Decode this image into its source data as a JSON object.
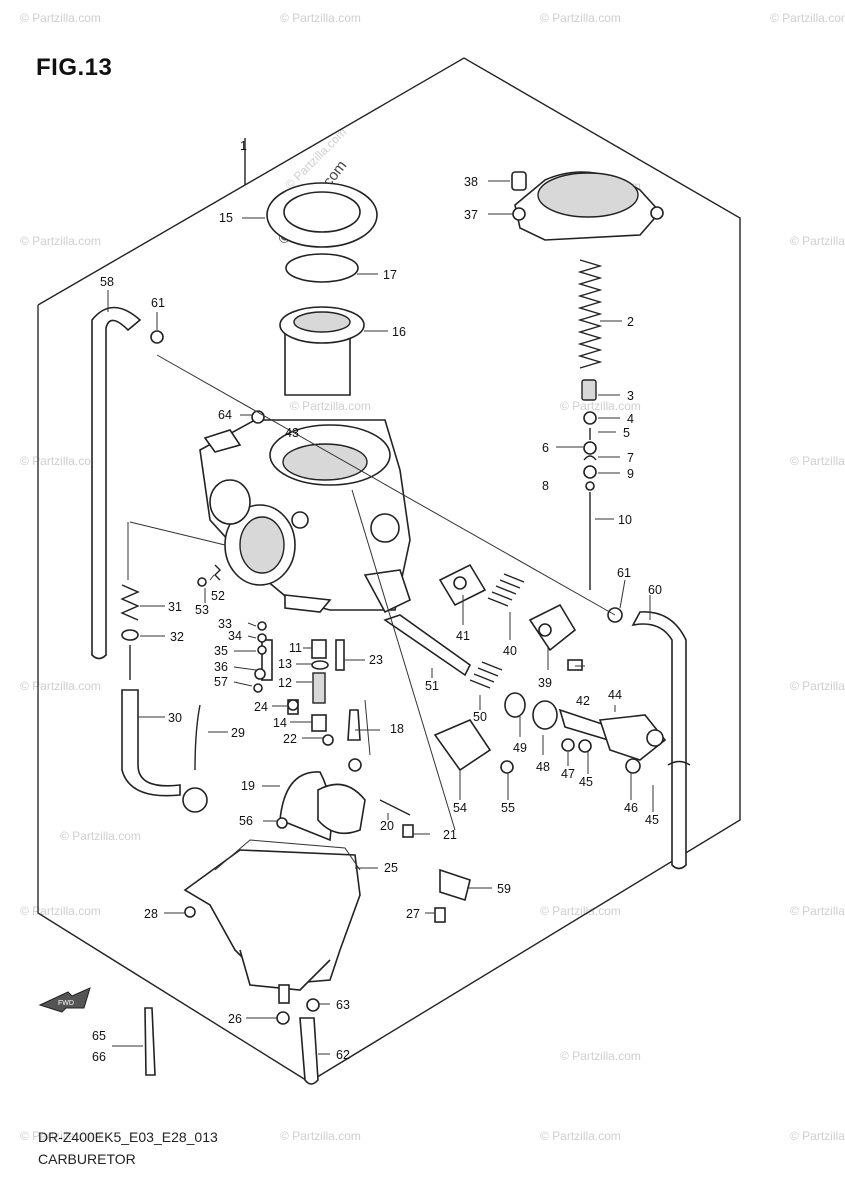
{
  "figure_title": "FIG.13",
  "footer": {
    "model_code": "DR-Z400EK5_E03_E28_013",
    "assembly_name": "CARBURETOR"
  },
  "watermark": {
    "text": "© Partzilla.com",
    "center_text": "© Partzilla.com"
  },
  "callouts": [
    "1",
    "2",
    "3",
    "4",
    "5",
    "6",
    "7",
    "8",
    "9",
    "10",
    "11",
    "12",
    "13",
    "14",
    "15",
    "16",
    "17",
    "18",
    "19",
    "20",
    "21",
    "22",
    "23",
    "24",
    "25",
    "26",
    "27",
    "28",
    "29",
    "30",
    "31",
    "32",
    "33",
    "34",
    "35",
    "36",
    "37",
    "38",
    "39",
    "40",
    "41",
    "42",
    "43",
    "44",
    "45",
    "45",
    "46",
    "47",
    "48",
    "49",
    "50",
    "51",
    "52",
    "53",
    "54",
    "55",
    "56",
    "57",
    "58",
    "59",
    "60",
    "61",
    "61",
    "62",
    "63",
    "64",
    "65",
    "66"
  ],
  "fwd_arrow_label": "FWD"
}
